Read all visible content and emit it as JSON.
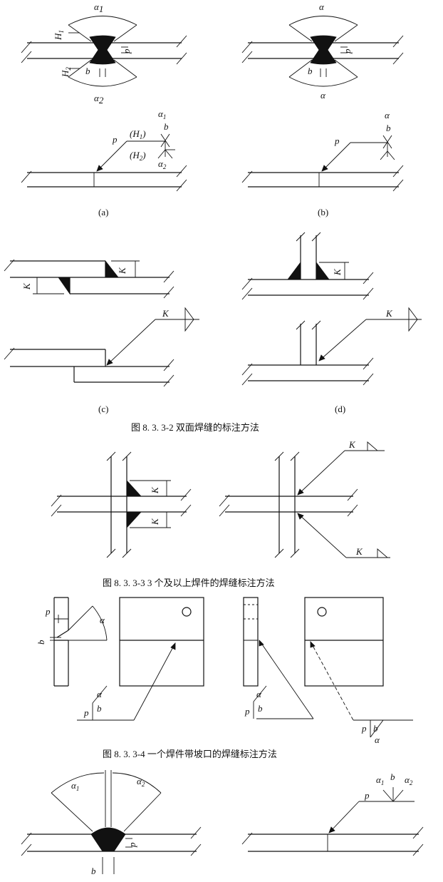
{
  "figure_8_3_3_2": {
    "panel_a": {
      "label": "(a)",
      "alpha1": "α",
      "alpha1_sub": "1",
      "alpha2": "α",
      "alpha2_sub": "2",
      "h1": "H",
      "h1_sub": "1",
      "h2": "H",
      "h2_sub": "2",
      "b": "b",
      "p": "p",
      "sym_h1": "(H",
      "sym_h1_sub": "1",
      "sym_h1_close": ")",
      "sym_h2": "(H",
      "sym_h2_sub": "2",
      "sym_h2_close": ")"
    },
    "panel_b": {
      "label": "(b)",
      "alpha": "α",
      "b": "b",
      "p": "p"
    },
    "panel_c": {
      "label": "(c)",
      "k": "K"
    },
    "panel_d": {
      "label": "(d)",
      "k": "K"
    },
    "caption": "图 8. 3. 3-2   双面焊缝的标注方法"
  },
  "figure_8_3_3_3": {
    "k": "K",
    "caption": "图 8. 3. 3-3   3 个及以上焊件的焊缝标注方法"
  },
  "figure_8_3_3_4": {
    "alpha": "α",
    "b": "b",
    "p": "p",
    "caption": "图 8. 3. 3-4   一个焊件带坡口的焊缝标注方法"
  },
  "figure_bottom": {
    "alpha1": "α",
    "alpha1_sub": "1",
    "alpha2": "α",
    "alpha2_sub": "2",
    "b": "b",
    "p": "p"
  }
}
